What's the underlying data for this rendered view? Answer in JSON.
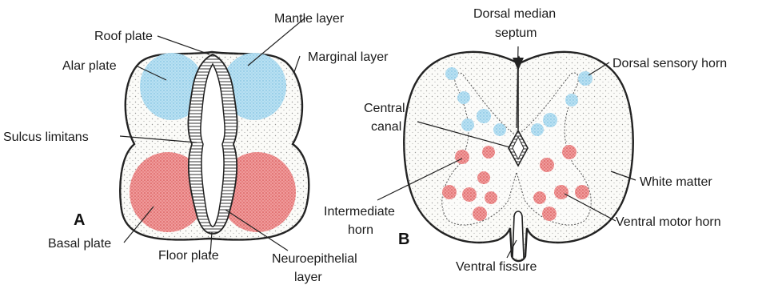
{
  "panel_a": {
    "letter": "A",
    "labels": {
      "roof_plate": "Roof plate",
      "mantle_layer": "Mantle layer",
      "alar_plate": "Alar plate",
      "marginal_layer": "Marginal layer",
      "sulcus_limitans": "Sulcus limitans",
      "basal_plate": "Basal plate",
      "floor_plate": "Floor plate",
      "neuroepithelial_line1": "Neuroepithelial",
      "neuroepithelial_line2": "layer"
    }
  },
  "panel_b": {
    "letter": "B",
    "labels": {
      "dorsal_median_line1": "Dorsal median",
      "dorsal_median_line2": "septum",
      "dorsal_sensory_horn": "Dorsal sensory horn",
      "central_canal_line1": "Central",
      "central_canal_line2": "canal",
      "white_matter": "White matter",
      "intermediate_line1": "Intermediate",
      "intermediate_line2": "horn",
      "ventral_motor_horn": "Ventral motor horn",
      "ventral_fissure": "Ventral fissure"
    }
  },
  "colors": {
    "alar_blue": "#a9d8ee",
    "basal_red": "#e8787a",
    "outline": "#222222"
  }
}
